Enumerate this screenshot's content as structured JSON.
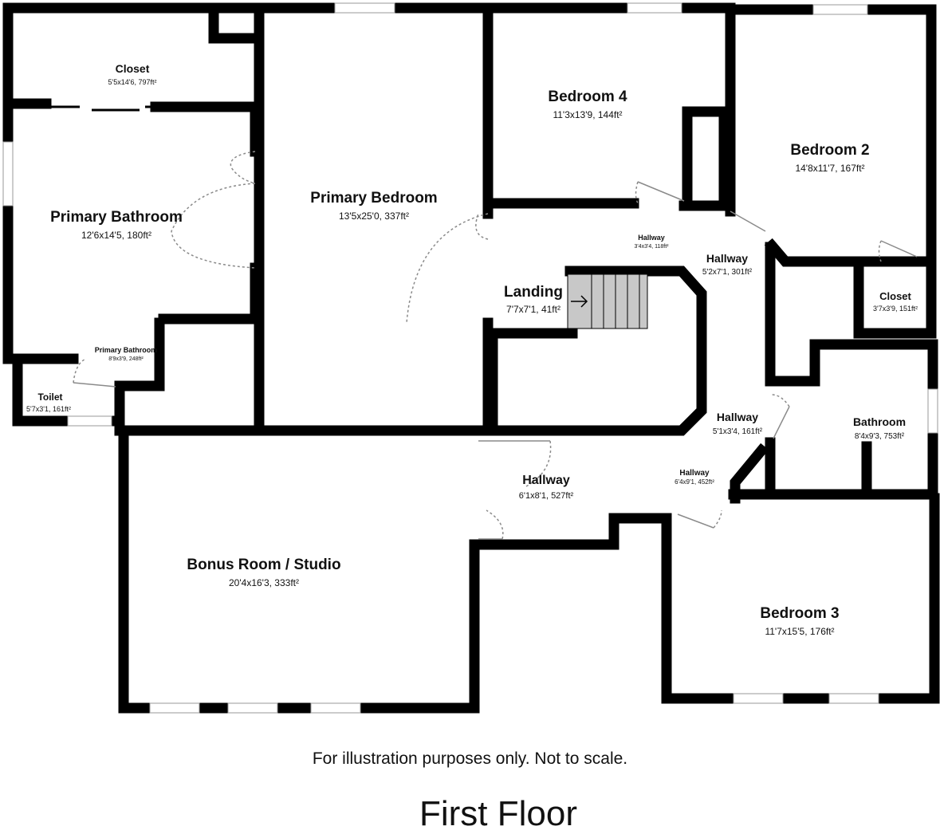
{
  "floor_title": "First Floor",
  "disclaimer": "For illustration purposes only. Not to scale.",
  "colors": {
    "wall": "#000000",
    "stair_fill": "#c8c8c8",
    "door_arc": "#888888",
    "window": "#ffffff"
  },
  "rooms": {
    "closet_top": {
      "name": "Closet",
      "dims": "5'5x14'6, 797ft²"
    },
    "primary_bedroom": {
      "name": "Primary Bedroom",
      "dims": "13'5x25'0, 337ft²"
    },
    "bedroom_4": {
      "name": "Bedroom 4",
      "dims": "11'3x13'9, 144ft²"
    },
    "bedroom_2": {
      "name": "Bedroom 2",
      "dims": "14'8x11'7, 167ft²"
    },
    "primary_bathroom": {
      "name": "Primary Bathroom",
      "dims": "12'6x14'5, 180ft²"
    },
    "hallway_small": {
      "name": "Hallway",
      "dims": "3'4x3'4, 118ft²"
    },
    "hallway_1": {
      "name": "Hallway",
      "dims": "5'2x7'1, 301ft²"
    },
    "closet_right": {
      "name": "Closet",
      "dims": "3'7x3'9, 151ft²"
    },
    "landing": {
      "name": "Landing",
      "dims": "7'7x7'1, 41ft²"
    },
    "primary_bathroom_small": {
      "name": "Primary Bathroom",
      "dims": "8'9x3'9, 248ft²"
    },
    "toilet": {
      "name": "Toilet",
      "dims": "5'7x3'1, 161ft²"
    },
    "hallway_2": {
      "name": "Hallway",
      "dims": "5'1x3'4, 161ft²"
    },
    "bathroom": {
      "name": "Bathroom",
      "dims": "8'4x9'3, 753ft²"
    },
    "hallway_3": {
      "name": "Hallway",
      "dims": "6'4x9'1, 452ft²"
    },
    "hallway_4": {
      "name": "Hallway",
      "dims": "6'1x8'1, 527ft²"
    },
    "bonus_room": {
      "name": "Bonus Room / Studio",
      "dims": "20'4x16'3, 333ft²"
    },
    "bedroom_3": {
      "name": "Bedroom 3",
      "dims": "11'7x15'5, 176ft²"
    }
  }
}
